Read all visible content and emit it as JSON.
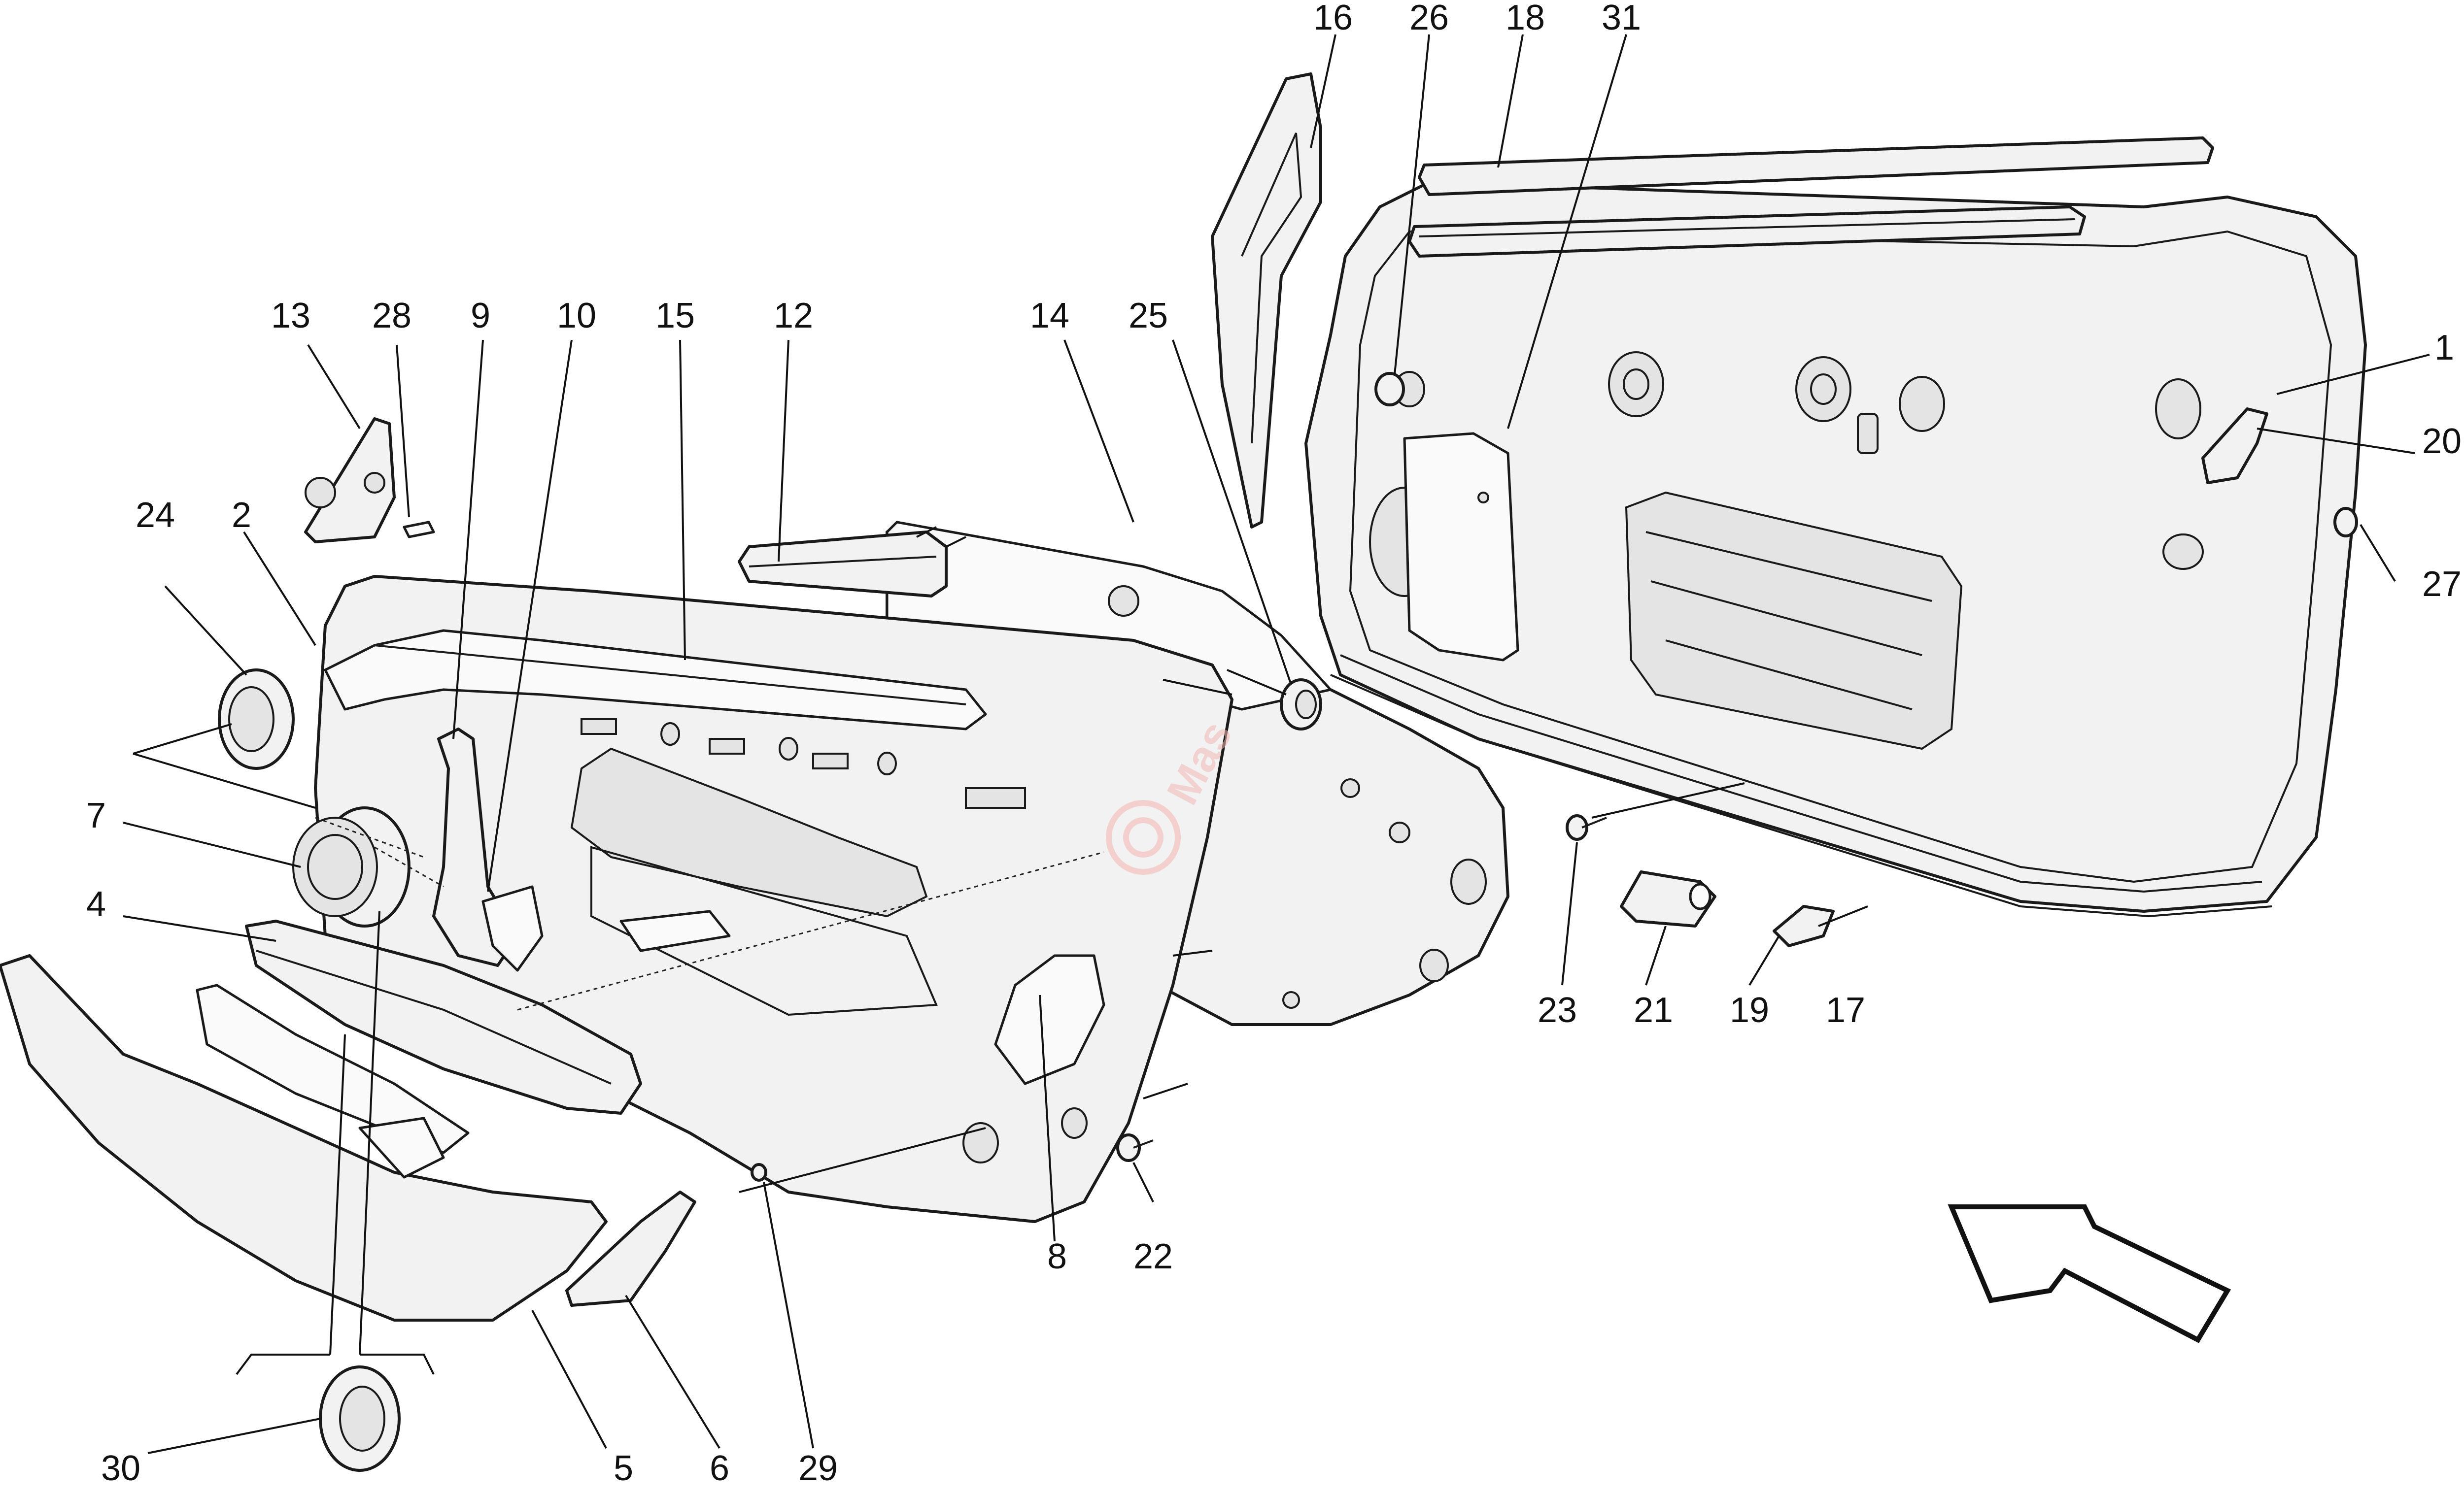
{
  "diagram": {
    "callouts": {
      "c1": "1",
      "c2": "2",
      "c4": "4",
      "c5": "5",
      "c6": "6",
      "c7": "7",
      "c8": "8",
      "c9": "9",
      "c10": "10",
      "c12": "12",
      "c13": "13",
      "c14": "14",
      "c15": "15",
      "c16": "16",
      "c17": "17",
      "c18": "18",
      "c19": "19",
      "c20": "20",
      "c21": "21",
      "c22": "22",
      "c23": "23",
      "c24": "24",
      "c25": "25",
      "c26": "26",
      "c27": "27",
      "c28": "28",
      "c29": "29",
      "c30": "30",
      "c31": "31"
    },
    "direction_arrow_icon": "forward-direction-arrow-icon",
    "watermark_icon": "dealer-logo-watermark-icon"
  },
  "colors": {
    "line": "#1a1a1a",
    "fill": "#f2f2f2",
    "watermark": "#f3b9b5"
  }
}
